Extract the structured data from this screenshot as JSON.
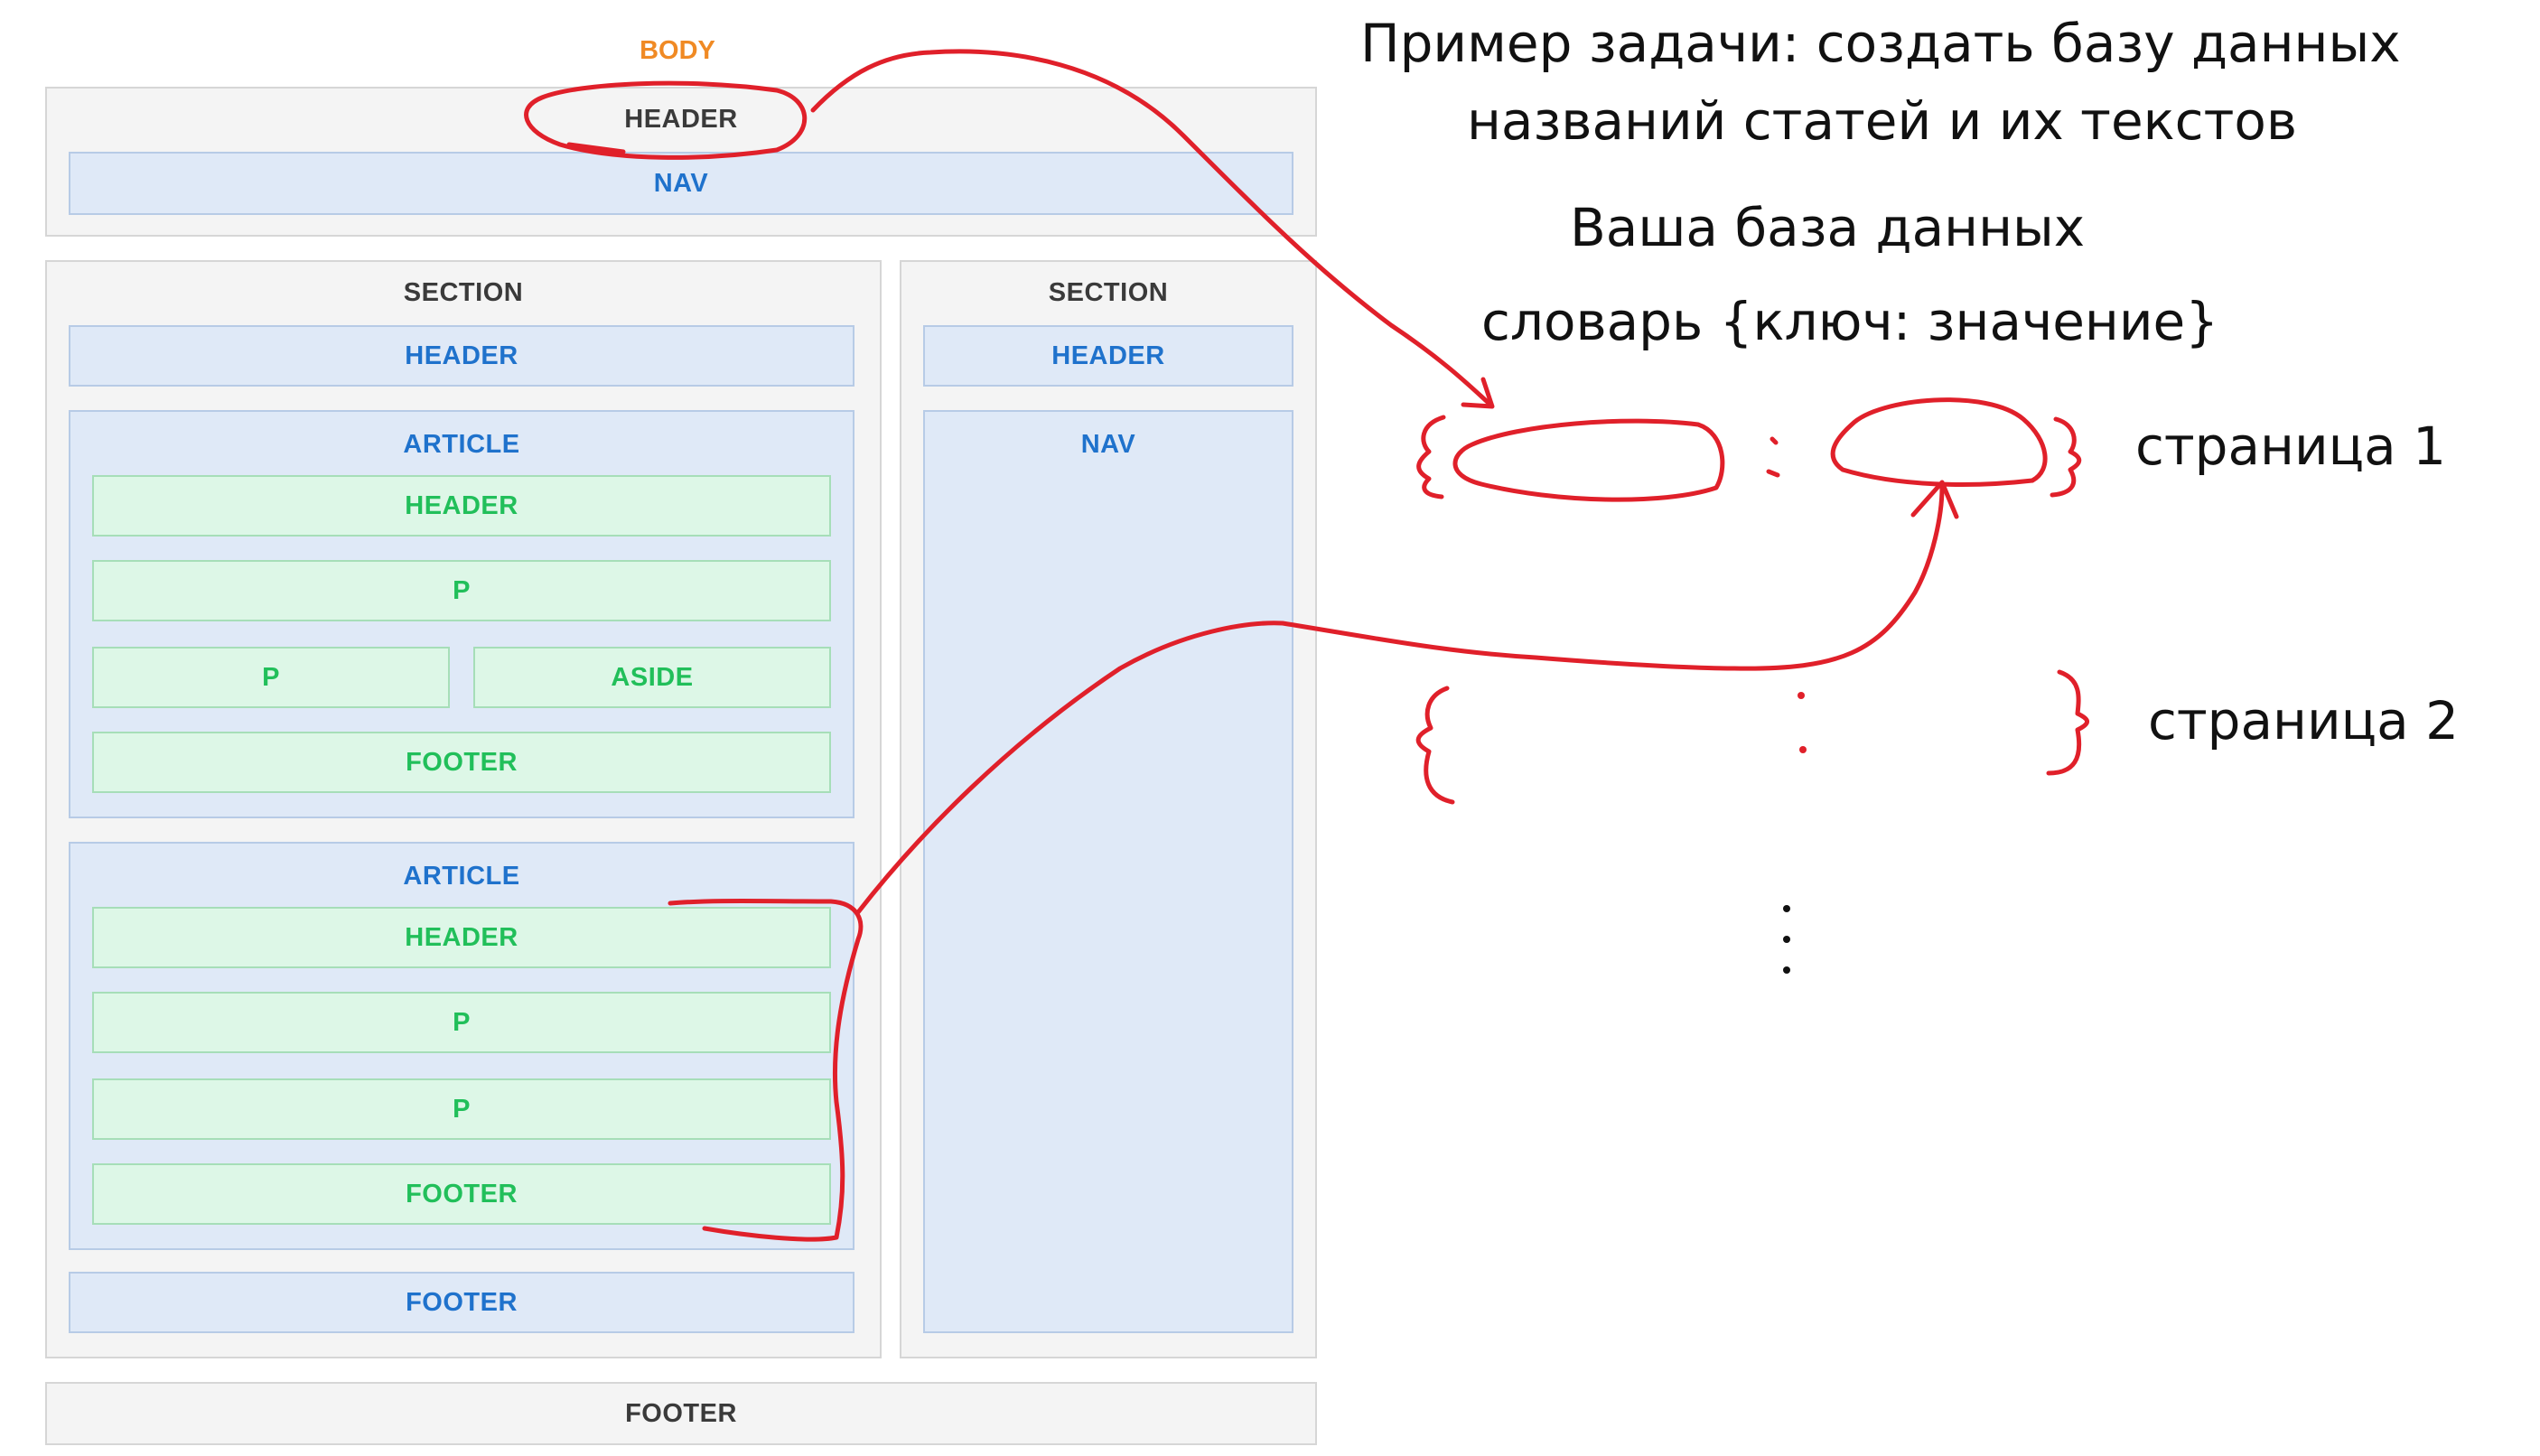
{
  "diagram": {
    "body_label": "BODY",
    "top_header": {
      "label": "HEADER",
      "nav": "NAV"
    },
    "main_section": {
      "label": "SECTION",
      "header": "HEADER",
      "article1": {
        "label": "ARTICLE",
        "header": "HEADER",
        "p1": "P",
        "p2": "P",
        "aside": "ASIDE",
        "footer": "FOOTER"
      },
      "article2": {
        "label": "ARTICLE",
        "header": "HEADER",
        "p1": "P",
        "p2": "P",
        "footer": "FOOTER"
      },
      "footer": "FOOTER"
    },
    "side_section": {
      "label": "SECTION",
      "header": "HEADER",
      "nav": "NAV"
    },
    "page_footer": "FOOTER"
  },
  "notes": {
    "task_line1": "Пример задачи: создать базу данных",
    "task_line2": "названий статей и их текстов",
    "db_line": "Ваша база данных",
    "dict_line": "словарь {ключ: значение}",
    "page1": "страница 1",
    "page2": "страница 2"
  },
  "colors": {
    "ink_red": "#e0202a",
    "body_orange": "#f08a24",
    "blue_text": "#1f72cc",
    "green_text": "#21bf5a"
  }
}
